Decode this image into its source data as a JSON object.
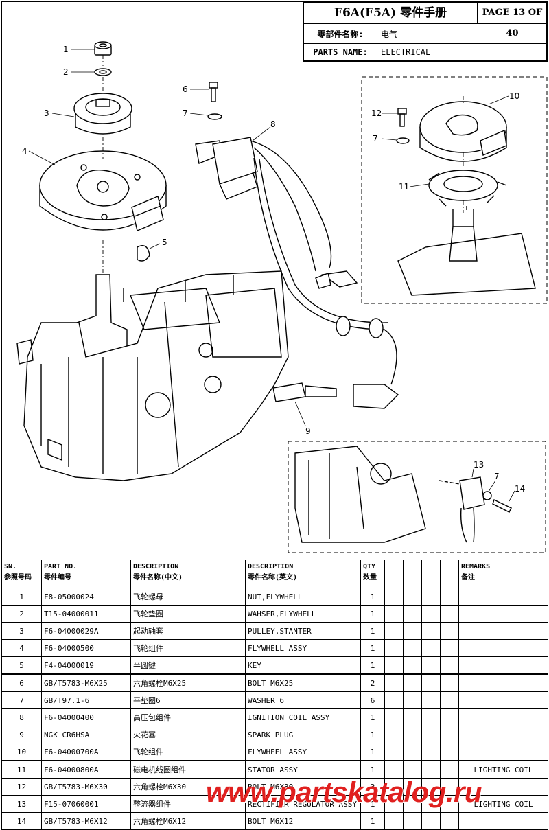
{
  "header": {
    "title": "F6A(F5A) 零件手册",
    "page": "PAGE 13 OF 40",
    "cn_label": "零部件名称:",
    "cn_value": "电气",
    "en_label": "PARTS NAME:",
    "en_value": "ELECTRICAL"
  },
  "callouts": [
    "1",
    "2",
    "3",
    "4",
    "5",
    "6",
    "7",
    "8",
    "9",
    "10",
    "12",
    "7",
    "11",
    "13",
    "7",
    "14"
  ],
  "table": {
    "headers": {
      "sn": [
        "SN.",
        "参照号码"
      ],
      "part": [
        "PART NO.",
        "零件编号"
      ],
      "desc_cn": [
        "DESCRIPTION",
        "零件名称(中文)"
      ],
      "desc_en": [
        "DESCRIPTION",
        "零件名称(英文)"
      ],
      "qty": [
        "QTY",
        "数量"
      ],
      "remarks": [
        "REMARKS",
        "备注"
      ]
    },
    "rows": [
      {
        "sn": "1",
        "part": "F8-05000024",
        "cn": "飞轮螺母",
        "en": "NUT,FLYWHELL",
        "qty": "1",
        "remark": ""
      },
      {
        "sn": "2",
        "part": "T15-04000011",
        "cn": "飞轮垫圈",
        "en": "WAHSER,FLYWHELL",
        "qty": "1",
        "remark": ""
      },
      {
        "sn": "3",
        "part": "F6-04000029A",
        "cn": "起动轴套",
        "en": "PULLEY,STANTER",
        "qty": "1",
        "remark": ""
      },
      {
        "sn": "4",
        "part": "F6-04000500",
        "cn": "飞轮组件",
        "en": "FLYWHELL ASSY",
        "qty": "1",
        "remark": ""
      },
      {
        "sn": "5",
        "part": "F4-04000019",
        "cn": "半圆键",
        "en": "KEY",
        "qty": "1",
        "remark": ""
      },
      {
        "sn": "6",
        "part": "GB/T5783-M6X25",
        "cn": "六角螺栓M6X25",
        "en": "BOLT M6X25",
        "qty": "2",
        "remark": ""
      },
      {
        "sn": "7",
        "part": "GB/T97.1-6",
        "cn": "平垫圈6",
        "en": "WASHER 6",
        "qty": "6",
        "remark": ""
      },
      {
        "sn": "8",
        "part": "F6-04000400",
        "cn": "高压包组件",
        "en": "IGNITION COIL ASSY",
        "qty": "1",
        "remark": ""
      },
      {
        "sn": "9",
        "part": "NGK CR6HSA",
        "cn": "火花塞",
        "en": "SPARK PLUG",
        "qty": "1",
        "remark": ""
      },
      {
        "sn": "10",
        "part": "F6-04000700A",
        "cn": "飞轮组件",
        "en": "FLYWHEEL ASSY",
        "qty": "1",
        "remark": ""
      },
      {
        "sn": "11",
        "part": "F6-04000800A",
        "cn": "磁电机线圈组件",
        "en": "STATOR ASSY",
        "qty": "1",
        "remark": "LIGHTING COIL"
      },
      {
        "sn": "12",
        "part": "GB/T5783-M6X30",
        "cn": "六角螺栓M6X30",
        "en": "BOLT M6X30",
        "qty": "3",
        "remark": ""
      },
      {
        "sn": "13",
        "part": "F15-07060001",
        "cn": "整流器组件",
        "en": "RECTIFIER REGULATOR ASSY",
        "qty": "1",
        "remark": "LIGHTING COIL"
      },
      {
        "sn": "14",
        "part": "GB/T5783-M6X12",
        "cn": "六角螺栓M6X12",
        "en": "BOLT M6X12",
        "qty": "1",
        "remark": ""
      }
    ]
  },
  "watermark": "www.partskatalog.ru"
}
